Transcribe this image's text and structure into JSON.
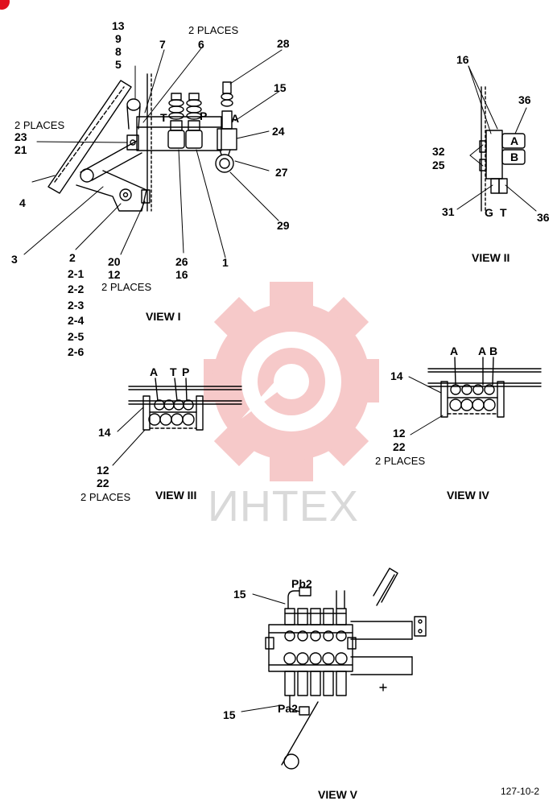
{
  "labels": {
    "v1_13": "13",
    "v1_9": "9",
    "v1_8": "8",
    "v1_5": "5",
    "v1_7": "7",
    "v1_2places_top": "2 PLACES",
    "v1_6": "6",
    "v1_28": "28",
    "v1_15": "15",
    "v1_A": "A",
    "v1_24": "24",
    "v1_27": "27",
    "v1_29": "29",
    "v1_T": "T",
    "v1_P": "P",
    "v1_2places_left": "2 PLACES",
    "v1_23": "23",
    "v1_21": "21",
    "v1_4": "4",
    "v1_3": "3",
    "v1_2": "2",
    "v1_2_1": "2-1",
    "v1_2_2": "2-2",
    "v1_2_3": "2-3",
    "v1_2_4": "2-4",
    "v1_2_5": "2-5",
    "v1_2_6": "2-6",
    "v1_20": "20",
    "v1_12": "12",
    "v1_2places_bottom": "2 PLACES",
    "v1_26": "26",
    "v1_16": "16",
    "v1_1": "1",
    "v2_16": "16",
    "v2_36_top": "36",
    "v2_A": "A",
    "v2_B": "B",
    "v2_32": "32",
    "v2_25": "25",
    "v2_31": "31",
    "v2_G": "G",
    "v2_T": "T",
    "v2_36_bottom": "36",
    "v3_A": "A",
    "v3_T": "T",
    "v3_P": "P",
    "v3_14": "14",
    "v3_12": "12",
    "v3_22": "22",
    "v3_2places": "2 PLACES",
    "v4_A1": "A",
    "v4_A2": "A",
    "v4_B": "B",
    "v4_14": "14",
    "v4_12": "12",
    "v4_22": "22",
    "v4_2places": "2 PLACES",
    "v5_15_top": "15",
    "v5_Pb2_top": "Pb2",
    "v5_15_bottom": "15",
    "v5_Pa2": "Pa2"
  },
  "view_titles": {
    "view_1": "VIEW I",
    "view_2": "VIEW II",
    "view_3": "VIEW III",
    "view_4": "VIEW IV",
    "view_5": "VIEW V"
  },
  "figure_number": "127-10-2",
  "watermark": {
    "text": "ИНТЕХ",
    "gear_color": "#f6c9c9",
    "text_color": "#d9d9d9"
  },
  "corner_badge_color": "#e0101e"
}
